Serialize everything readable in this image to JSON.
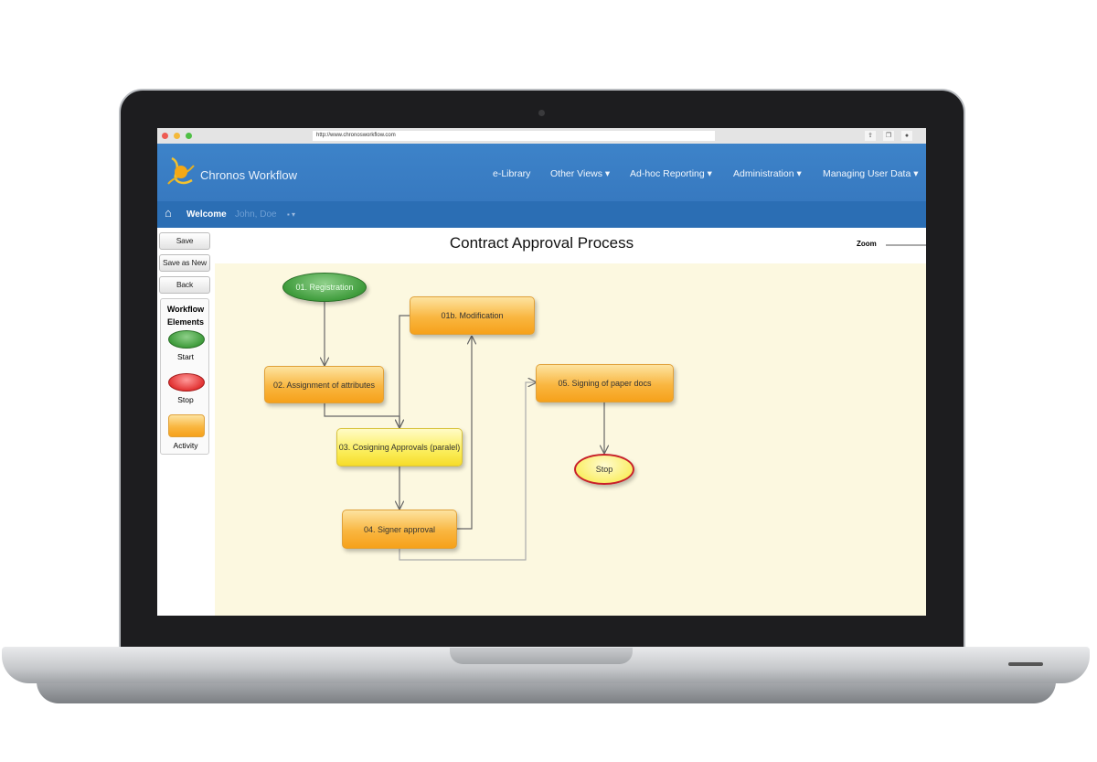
{
  "browser": {
    "url": "http://www.chronosworkflow.com",
    "icons": [
      "share-icon",
      "tabs-icon",
      "settings-icon"
    ]
  },
  "header": {
    "brand": "Chronos Workflow",
    "nav": [
      {
        "label": "e-Library",
        "dropdown": false
      },
      {
        "label": "Other Views",
        "dropdown": true
      },
      {
        "label": "Ad-hoc Reporting",
        "dropdown": true
      },
      {
        "label": "Administration",
        "dropdown": true
      },
      {
        "label": "Managing User Data",
        "dropdown": true
      }
    ],
    "caret": "▾"
  },
  "subbar": {
    "welcome": "Welcome",
    "user": "John, Doe",
    "flag": "▪ ▾"
  },
  "sidebar": {
    "save": "Save",
    "save_as_new": "Save as New",
    "back": "Back",
    "palette_title": "Workflow Elements",
    "elements": [
      "Start",
      "Stop",
      "Activity"
    ]
  },
  "main": {
    "title": "Contract Approval Process",
    "zoom_label": "Zoom"
  },
  "diagram": {
    "nodes": {
      "registration": "01. Registration",
      "assignment": "02. Assignment of attributes",
      "modification": "01b. Modification",
      "cosigning": "03. Cosigning Approvals (paralel)",
      "signer": "04. Signer approval",
      "signing": "05. Signing of paper docs",
      "stop": "Stop"
    }
  },
  "colors": {
    "header": "#3b7fc4",
    "subbar": "#2b6eb4",
    "canvas": "#fcf8e0",
    "start": "#3f9c3c",
    "stop": "#e23434",
    "activity": "#f9b640"
  }
}
